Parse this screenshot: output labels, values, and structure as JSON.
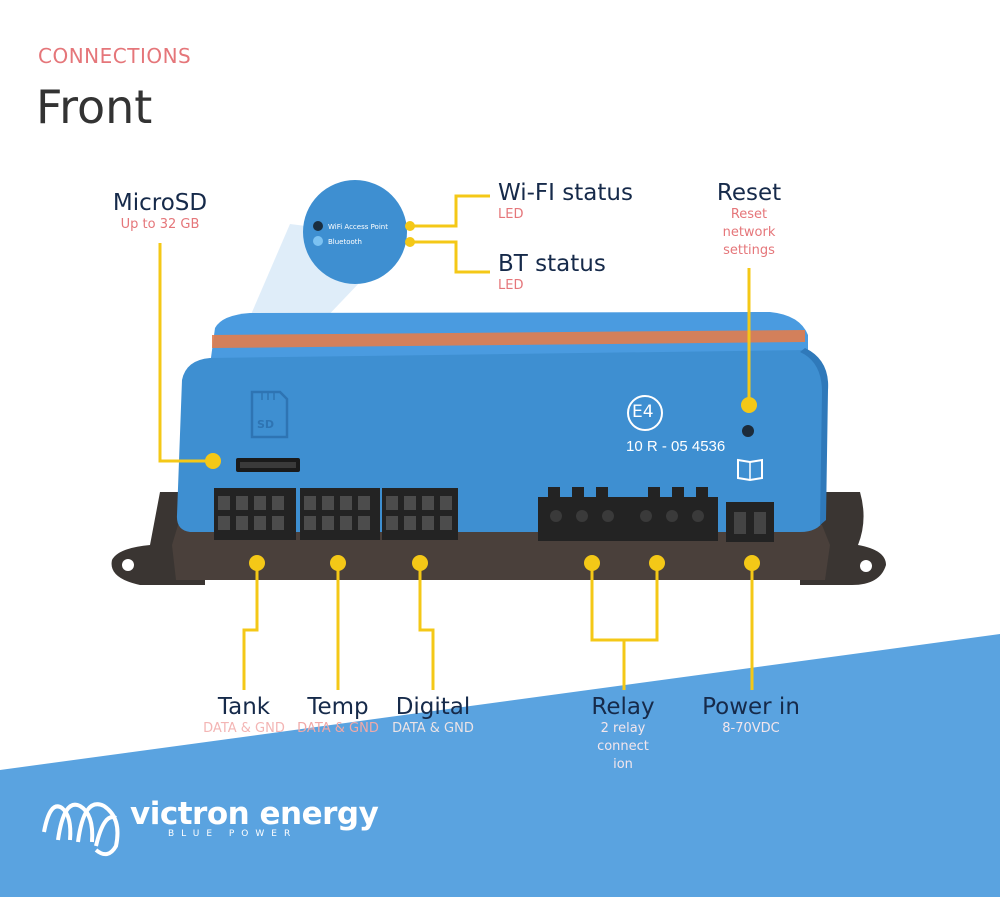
{
  "header": {
    "section": "CONNECTIONS",
    "title": "Front"
  },
  "callouts": {
    "microsd": {
      "title": "MicroSD",
      "sub": "Up to 32 GB"
    },
    "wifi": {
      "title": "Wi-FI status",
      "sub": "LED"
    },
    "bt": {
      "title": "BT status",
      "sub": "LED"
    },
    "reset": {
      "title": "Reset",
      "sub_lines": [
        "Reset",
        "network",
        "settings"
      ]
    },
    "tank": {
      "title": "Tank",
      "sub": "DATA & GND"
    },
    "temp": {
      "title": "Temp",
      "sub": "DATA & GND"
    },
    "digital": {
      "title": "Digital",
      "sub": "DATA & GND"
    },
    "relay": {
      "title": "Relay",
      "sub_lines": [
        "2 relay",
        "connect",
        "ion"
      ]
    },
    "power": {
      "title": "Power in",
      "sub": "8-70VDC"
    }
  },
  "zoom_labels": {
    "wifi_led": "WiFi Access Point",
    "bt_led": "Bluetooth"
  },
  "device": {
    "sd_label": "SD",
    "cert_mark": "E4",
    "cert_number": "10 R - 05 4536"
  },
  "brand": {
    "name": "victron energy",
    "tagline": "BLUE POWER"
  },
  "colors": {
    "accent_salmon": "#e5767a",
    "callout_yellow": "#f4c817",
    "device_blue": "#3e8fd1",
    "footer_blue": "#5aa3e0",
    "title_navy": "#162a4a"
  }
}
